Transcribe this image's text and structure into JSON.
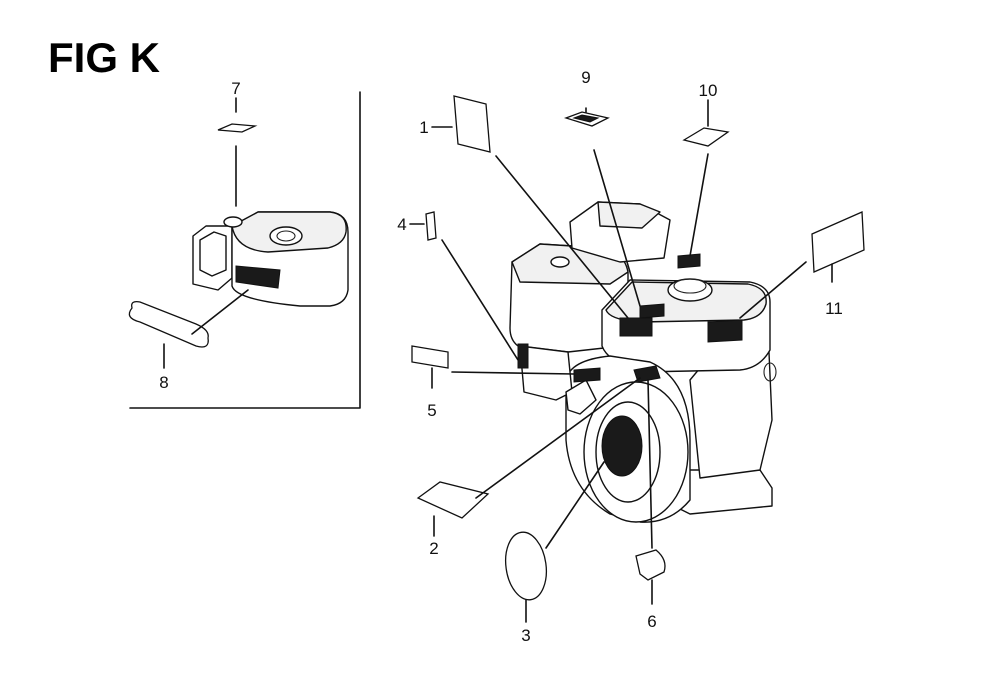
{
  "figure": {
    "title": "FIG K",
    "callouts": [
      "1",
      "2",
      "3",
      "4",
      "5",
      "6",
      "7",
      "8",
      "9",
      "10",
      "11"
    ]
  }
}
